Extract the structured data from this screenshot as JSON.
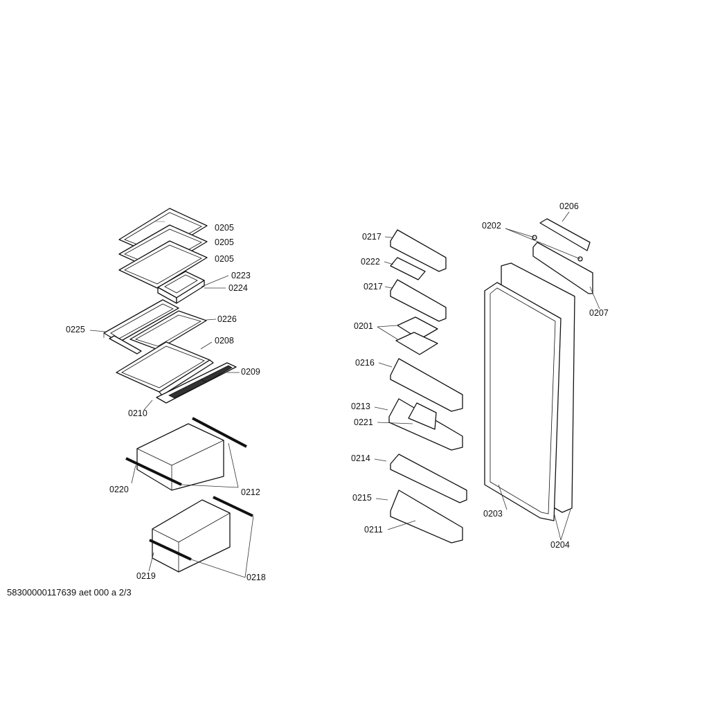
{
  "labels": {
    "shelf_a": "0205",
    "shelf_b": "0205",
    "shelf_c": "0205",
    "p0223": "0223",
    "p0224": "0224",
    "p0226": "0226",
    "p0225": "0225",
    "p0208": "0208",
    "p0209": "0209",
    "p0210": "0210",
    "p0220": "0220",
    "p0212": "0212",
    "p0219": "0219",
    "p0218": "0218",
    "p0217a": "0217",
    "p0222": "0222",
    "p0217b": "0217",
    "p0201": "0201",
    "p0216": "0216",
    "p0213": "0213",
    "p0221": "0221",
    "p0214": "0214",
    "p0215": "0215",
    "p0211": "0211",
    "p0202": "0202",
    "p0206": "0206",
    "p0207": "0207",
    "p0203": "0203",
    "p0204": "0204"
  },
  "footer": "58300000117639 aet 000 a 2/3"
}
